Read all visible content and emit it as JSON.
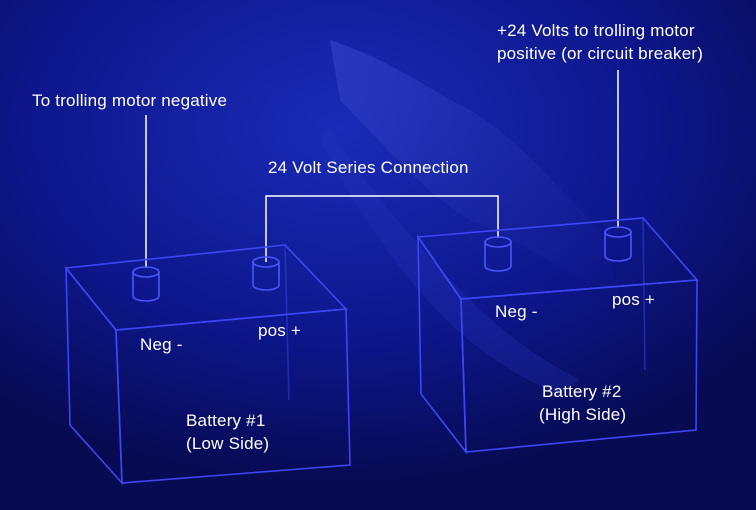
{
  "colors": {
    "background": "#0a0f6e",
    "box_outline": "#3d46f5",
    "wire": "#ffffff",
    "text": "#ffffff"
  },
  "callouts": {
    "negative": "To trolling motor negative",
    "series": "24 Volt Series Connection",
    "positive_line1": "+24 Volts to trolling motor",
    "positive_line2": "positive (or circuit breaker)"
  },
  "battery1": {
    "neg_label": "Neg -",
    "pos_label": "pos +",
    "name": "Battery #1",
    "side": "(Low Side)"
  },
  "battery2": {
    "neg_label": "Neg -",
    "pos_label": "pos +",
    "name": "Battery #2",
    "side": "(High Side)"
  }
}
